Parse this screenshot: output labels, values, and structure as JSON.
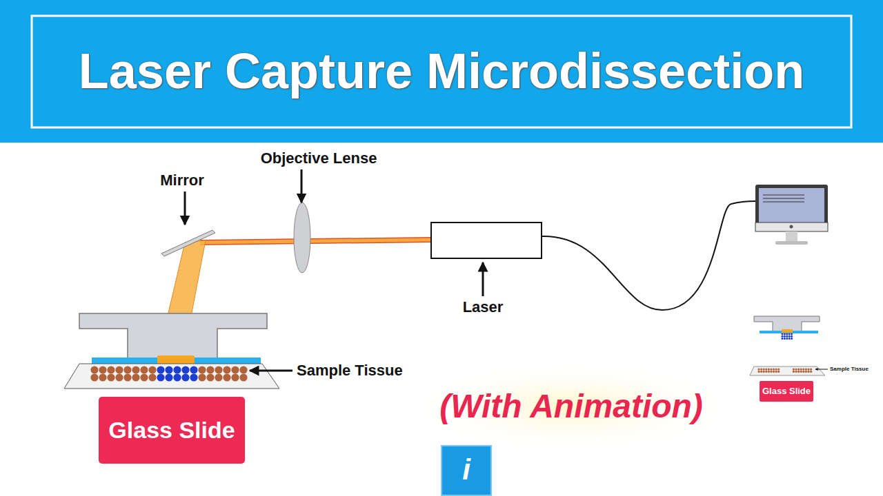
{
  "diagram": {
    "title": "Laser Capture Microdissection",
    "nodes": [
      {
        "text": [
          "Glass Slide"
        ]
      },
      {
        "text": [
          "Glass Slide"
        ]
      }
    ],
    "labels": [
      "Mirror",
      "Objective Lense",
      "Laser",
      "Sample Tissue",
      "(With Animation)",
      "Sample Tissue",
      "i"
    ]
  }
}
